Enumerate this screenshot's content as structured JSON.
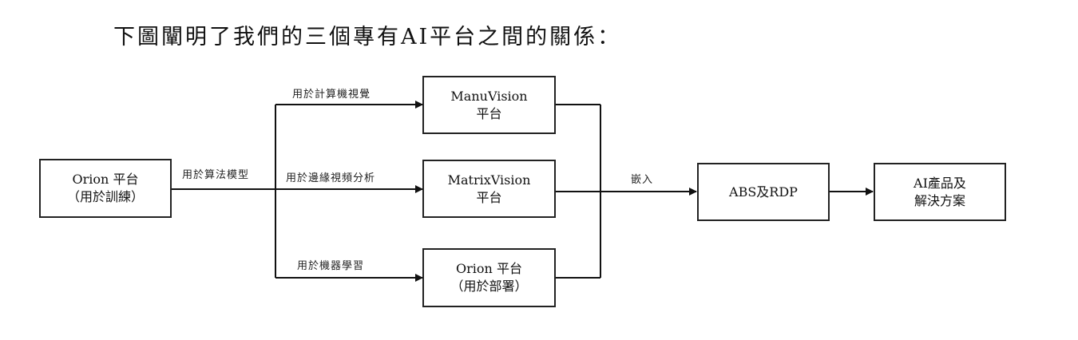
{
  "title": "下圖闡明了我們的三個專有AI平台之間的關係：",
  "nodes": {
    "orion_training": {
      "line1": "Orion 平台",
      "line2": "（用於訓練）"
    },
    "manuvision": {
      "line1": "ManuVision",
      "line2": "平台"
    },
    "matrixvision": {
      "line1": "MatrixVision",
      "line2": "平台"
    },
    "orion_deploy": {
      "line1": "Orion 平台",
      "line2": "（用於部署）"
    },
    "abs_rdp": {
      "line1": "ABS及RDP"
    },
    "ai_products": {
      "line1": "AI產品及",
      "line2": "解決方案"
    }
  },
  "edges": {
    "algorithm_model": "用於算法模型",
    "computer_vision": "用於計算機視覺",
    "video_analysis": "用於邊緣視頻分析",
    "machine_learning": "用於機器學習",
    "embed": "嵌入"
  }
}
